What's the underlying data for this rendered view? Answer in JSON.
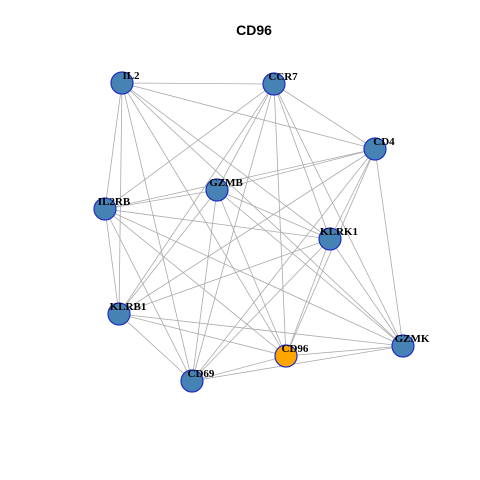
{
  "title": "CD96",
  "colors": {
    "node_default": "#4682b4",
    "node_highlight": "#ffa500",
    "node_border": "#1f2fc4",
    "edge": "#aaaaaa"
  },
  "nodes": [
    {
      "id": "IL2",
      "label": "IL2",
      "highlight": false
    },
    {
      "id": "CCR7",
      "label": "CCR7",
      "highlight": false
    },
    {
      "id": "CD4",
      "label": "CD4",
      "highlight": false
    },
    {
      "id": "GZMB",
      "label": "GZMB",
      "highlight": false
    },
    {
      "id": "IL2RB",
      "label": "IL2RB",
      "highlight": false
    },
    {
      "id": "KLRK1",
      "label": "KLRK1",
      "highlight": false
    },
    {
      "id": "KLRB1",
      "label": "KLRB1",
      "highlight": false
    },
    {
      "id": "GZMK",
      "label": "GZMK",
      "highlight": false
    },
    {
      "id": "CD96",
      "label": "CD96",
      "highlight": true
    },
    {
      "id": "CD69",
      "label": "CD69",
      "highlight": false
    }
  ],
  "edges": [
    [
      "IL2",
      "CCR7"
    ],
    [
      "IL2",
      "CD4"
    ],
    [
      "IL2",
      "IL2RB"
    ],
    [
      "IL2",
      "KLRB1"
    ],
    [
      "IL2",
      "CD69"
    ],
    [
      "IL2",
      "CD96"
    ],
    [
      "IL2",
      "GZMK"
    ],
    [
      "IL2",
      "KLRK1"
    ],
    [
      "CCR7",
      "CD4"
    ],
    [
      "CCR7",
      "IL2RB"
    ],
    [
      "CCR7",
      "KLRB1"
    ],
    [
      "CCR7",
      "CD69"
    ],
    [
      "CCR7",
      "CD96"
    ],
    [
      "CCR7",
      "GZMK"
    ],
    [
      "CCR7",
      "KLRK1"
    ],
    [
      "CCR7",
      "GZMB"
    ],
    [
      "CD4",
      "GZMB"
    ],
    [
      "CD4",
      "IL2RB"
    ],
    [
      "CD4",
      "KLRB1"
    ],
    [
      "CD4",
      "CD69"
    ],
    [
      "CD4",
      "CD96"
    ],
    [
      "CD4",
      "GZMK"
    ],
    [
      "CD4",
      "KLRK1"
    ],
    [
      "GZMB",
      "IL2RB"
    ],
    [
      "GZMB",
      "KLRB1"
    ],
    [
      "GZMB",
      "CD69"
    ],
    [
      "GZMB",
      "KLRK1"
    ],
    [
      "GZMB",
      "GZMK"
    ],
    [
      "GZMB",
      "CD96"
    ],
    [
      "IL2RB",
      "KLRK1"
    ],
    [
      "IL2RB",
      "KLRB1"
    ],
    [
      "IL2RB",
      "CD69"
    ],
    [
      "IL2RB",
      "CD96"
    ],
    [
      "IL2RB",
      "GZMK"
    ],
    [
      "KLRK1",
      "KLRB1"
    ],
    [
      "KLRK1",
      "CD69"
    ],
    [
      "KLRK1",
      "CD96"
    ],
    [
      "KLRK1",
      "GZMK"
    ],
    [
      "KLRB1",
      "CD69"
    ],
    [
      "KLRB1",
      "CD96"
    ],
    [
      "KLRB1",
      "GZMK"
    ],
    [
      "CD69",
      "CD96"
    ],
    [
      "CD69",
      "GZMK"
    ],
    [
      "CD96",
      "GZMK"
    ]
  ]
}
